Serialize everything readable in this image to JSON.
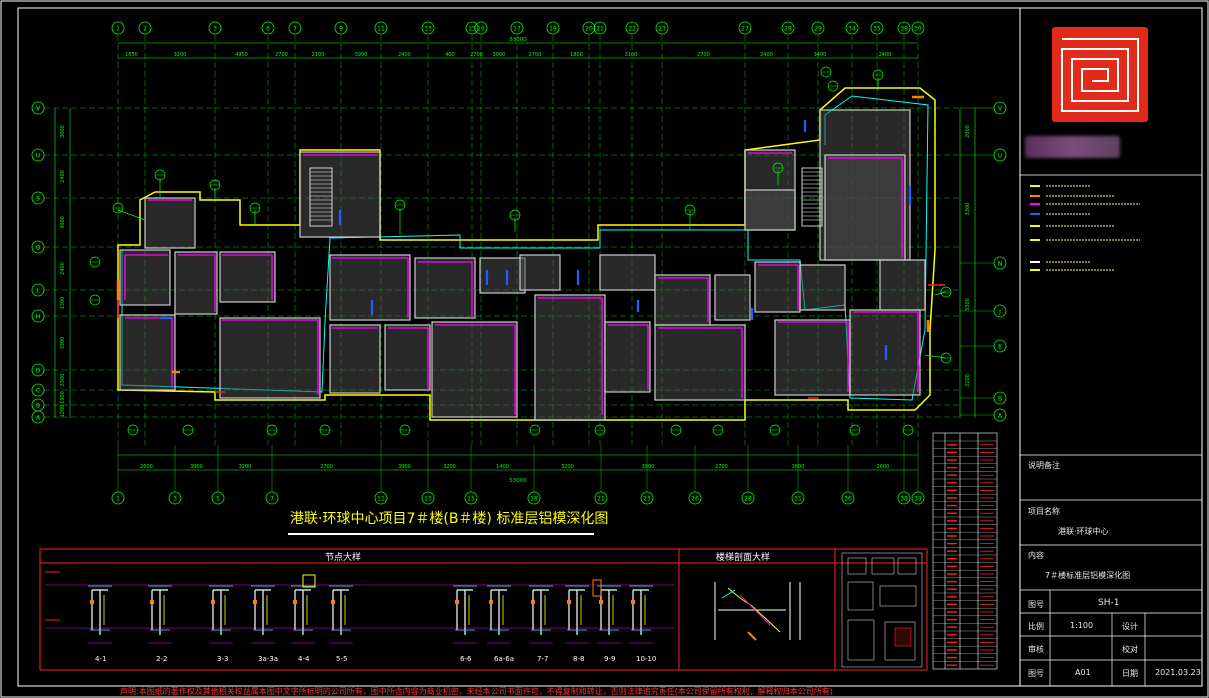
{
  "drawing": {
    "title": "港联·环球中心项目7＃楼(B＃楼) 标准层铝模深化图",
    "top_axes": [
      "1",
      "2",
      "3",
      "6",
      "7",
      "9",
      "11",
      "13",
      "15",
      "16",
      "17",
      "19",
      "20",
      "21",
      "22",
      "23",
      "27",
      "28",
      "29",
      "34",
      "35",
      "38",
      "39"
    ],
    "bottom_axes": [
      "1",
      "3",
      "5",
      "7",
      "11",
      "13",
      "15",
      "18",
      "21",
      "23",
      "26",
      "28",
      "31",
      "36",
      "38",
      "39"
    ],
    "left_axes": [
      "V",
      "U",
      "S",
      "Q",
      "L",
      "H",
      "D",
      "C",
      "B",
      "A"
    ],
    "right_axes": [
      "V",
      "U",
      "N",
      "J",
      "E",
      "B",
      "A"
    ],
    "top_dims": [
      "1650",
      "3200",
      "4950",
      "2700",
      "2100",
      "3900",
      "2400",
      "400",
      "2700",
      "3000",
      "2700",
      "1800",
      "3100",
      "2700",
      "2400",
      "3400",
      "2400"
    ],
    "top_total": "53000",
    "bottom_dims": [
      "2600",
      "3900",
      "3200",
      "2700",
      "3900",
      "3200",
      "1400",
      "3200",
      "3900",
      "2700",
      "3600",
      "2600"
    ],
    "bottom_total": "53000",
    "left_dims": [
      "3000",
      "2400",
      "3000",
      "2400",
      "1300",
      "3300",
      "3300",
      "1300",
      "1200"
    ],
    "right_dims": [
      "2000",
      "3300",
      "3300",
      "2200"
    ]
  },
  "details": {
    "section1_title": "节点大样",
    "section2_title": "楼梯剖面大样",
    "labels": [
      "4-1",
      "2-2",
      "3-3",
      "3a-3a",
      "4-4",
      "5-5",
      "6-6",
      "6a-6a",
      "7-7",
      "8-8",
      "9-9",
      "10-10"
    ]
  },
  "footer": "声明:本图纸的著作权及其他相关权益属本图中文字所标明的公司所有，图中所含内容为商业机密，未经本公司书面许可，不得复制和转让，否则法律追究责任(本公司保留所有权利，解释权归本公司所有)",
  "title_block": {
    "remarks_label": "说明备注",
    "project_label": "项目名称",
    "project_name": "港联·环球中心",
    "content_label": "内容",
    "content_value": "7＃楼标准层铝模深化图",
    "drawing_no_label": "图号",
    "drawing_no": "SH-1",
    "scale_label": "比例",
    "scale": "1:100",
    "design_label": "设计",
    "review_label": "审核",
    "check_label": "校对",
    "size_label": "图号",
    "size": "A01",
    "date_label": "日期",
    "date": "2021.03.23"
  },
  "legend": {
    "items": [
      "",
      "",
      "",
      "",
      "",
      "",
      "",
      ""
    ]
  },
  "colors": {
    "axis": "#00ff00",
    "wall": "#ffffff",
    "cyan": "#00ffff",
    "magenta": "#ff00ff",
    "yellow": "#ffff00",
    "red": "#ff0000",
    "blue": "#2020ff",
    "orange": "#ff8000",
    "logo": "#e22a1b"
  }
}
